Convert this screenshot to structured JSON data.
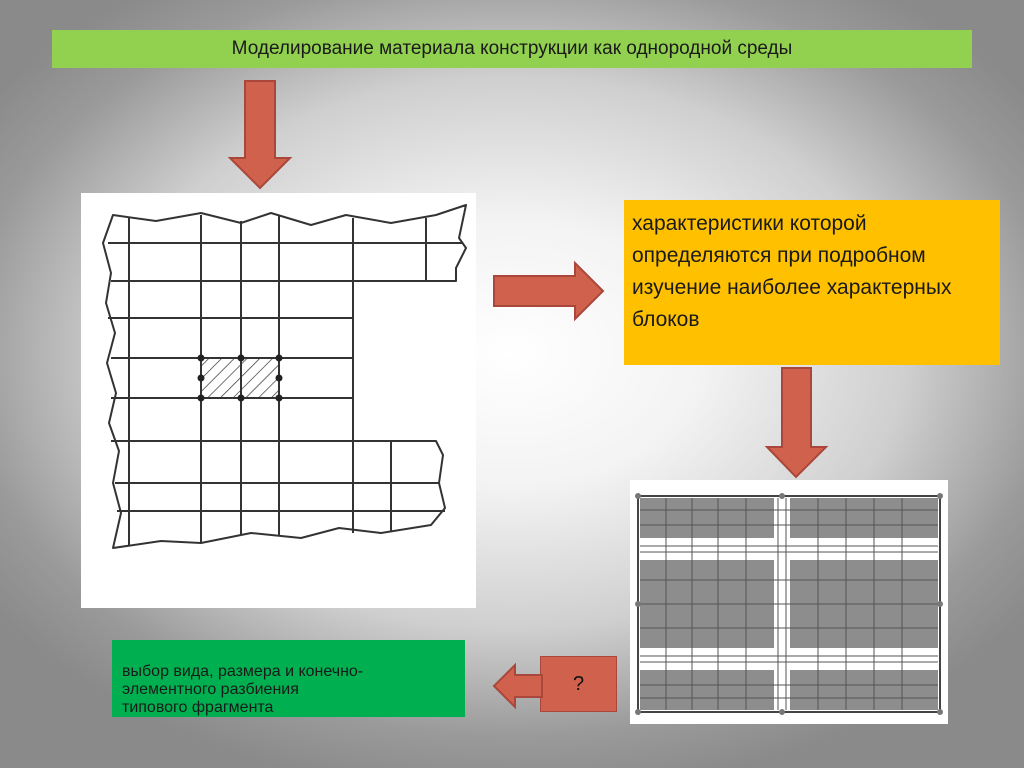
{
  "title": "Моделирование материала конструкции как однородной среды",
  "yellow_box": {
    "text": "характеристики которой определяются при подробном изучение наиболее характерных блоков"
  },
  "green_box": {
    "text": "выбор вида, размера и  конечно-\n     элементного разбиения\n     типового фрагмента"
  },
  "question_box": {
    "text": "?"
  },
  "colors": {
    "title_bg": "#92d050",
    "yellow_bg": "#ffc000",
    "green_bg": "#00b050",
    "arrow_fill": "#d0614c",
    "arrow_stroke": "#a8473a"
  },
  "icons": {
    "arrow_down_top": "arrow-down-icon",
    "arrow_right": "arrow-right-icon",
    "arrow_down_right": "arrow-down-icon",
    "arrow_left": "arrow-left-icon"
  }
}
